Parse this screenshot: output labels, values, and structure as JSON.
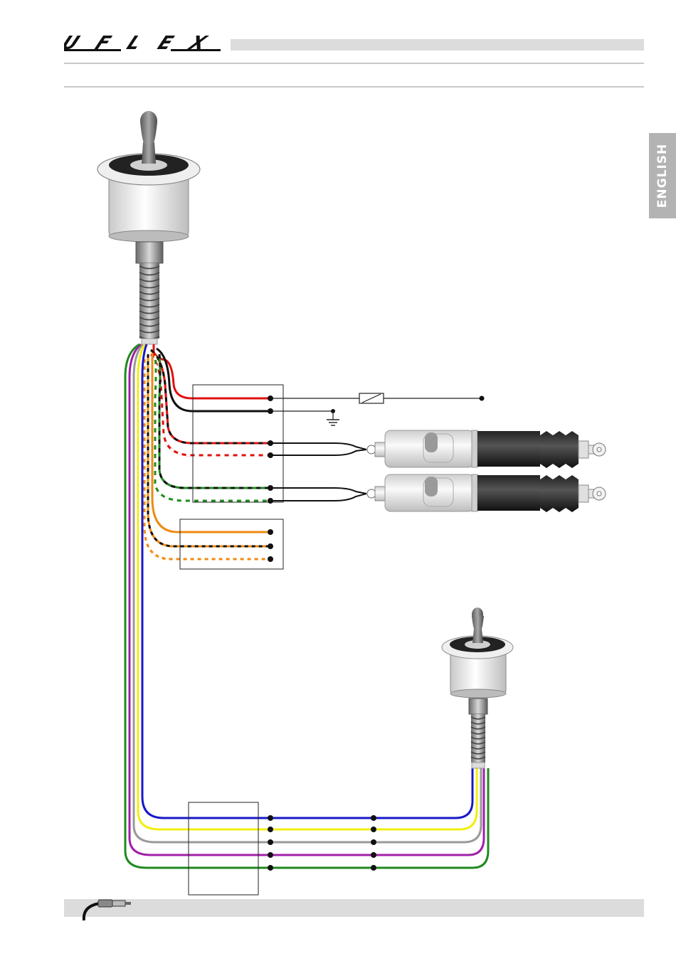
{
  "header": {
    "brand": "UFLEX",
    "language_tab": "ENGLISH"
  },
  "diagram": {
    "joysticks": [
      "main-joystick",
      "secondary-joystick"
    ],
    "actuators": 2,
    "wire_colors": {
      "red": "#e01010",
      "black": "#111111",
      "green": "#1f8a1f",
      "orange": "#ef8a10",
      "blue": "#1818c8",
      "yellow": "#f2ee10",
      "gray": "#9a9a9a",
      "purple": "#a020a8",
      "white": "#ffffff"
    }
  }
}
